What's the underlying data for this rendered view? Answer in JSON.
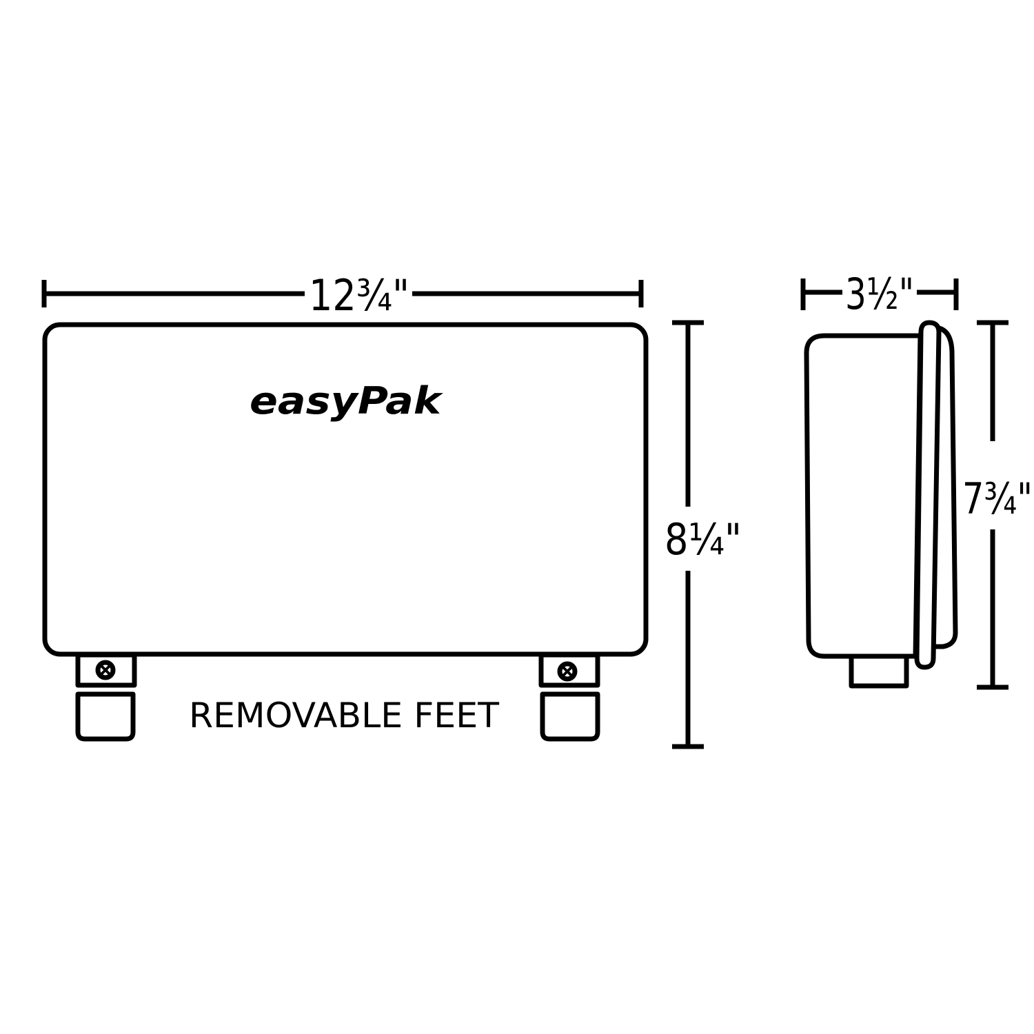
{
  "front_view": {
    "brand_logo": "easyPak",
    "width_label": "12¾\"",
    "height_label": "8¼\"",
    "feet_label": "REMOVABLE FEET"
  },
  "side_view": {
    "depth_label": "3½\"",
    "height_label": "7¾\""
  },
  "colors": {
    "stroke": "#000000",
    "background": "#ffffff"
  }
}
